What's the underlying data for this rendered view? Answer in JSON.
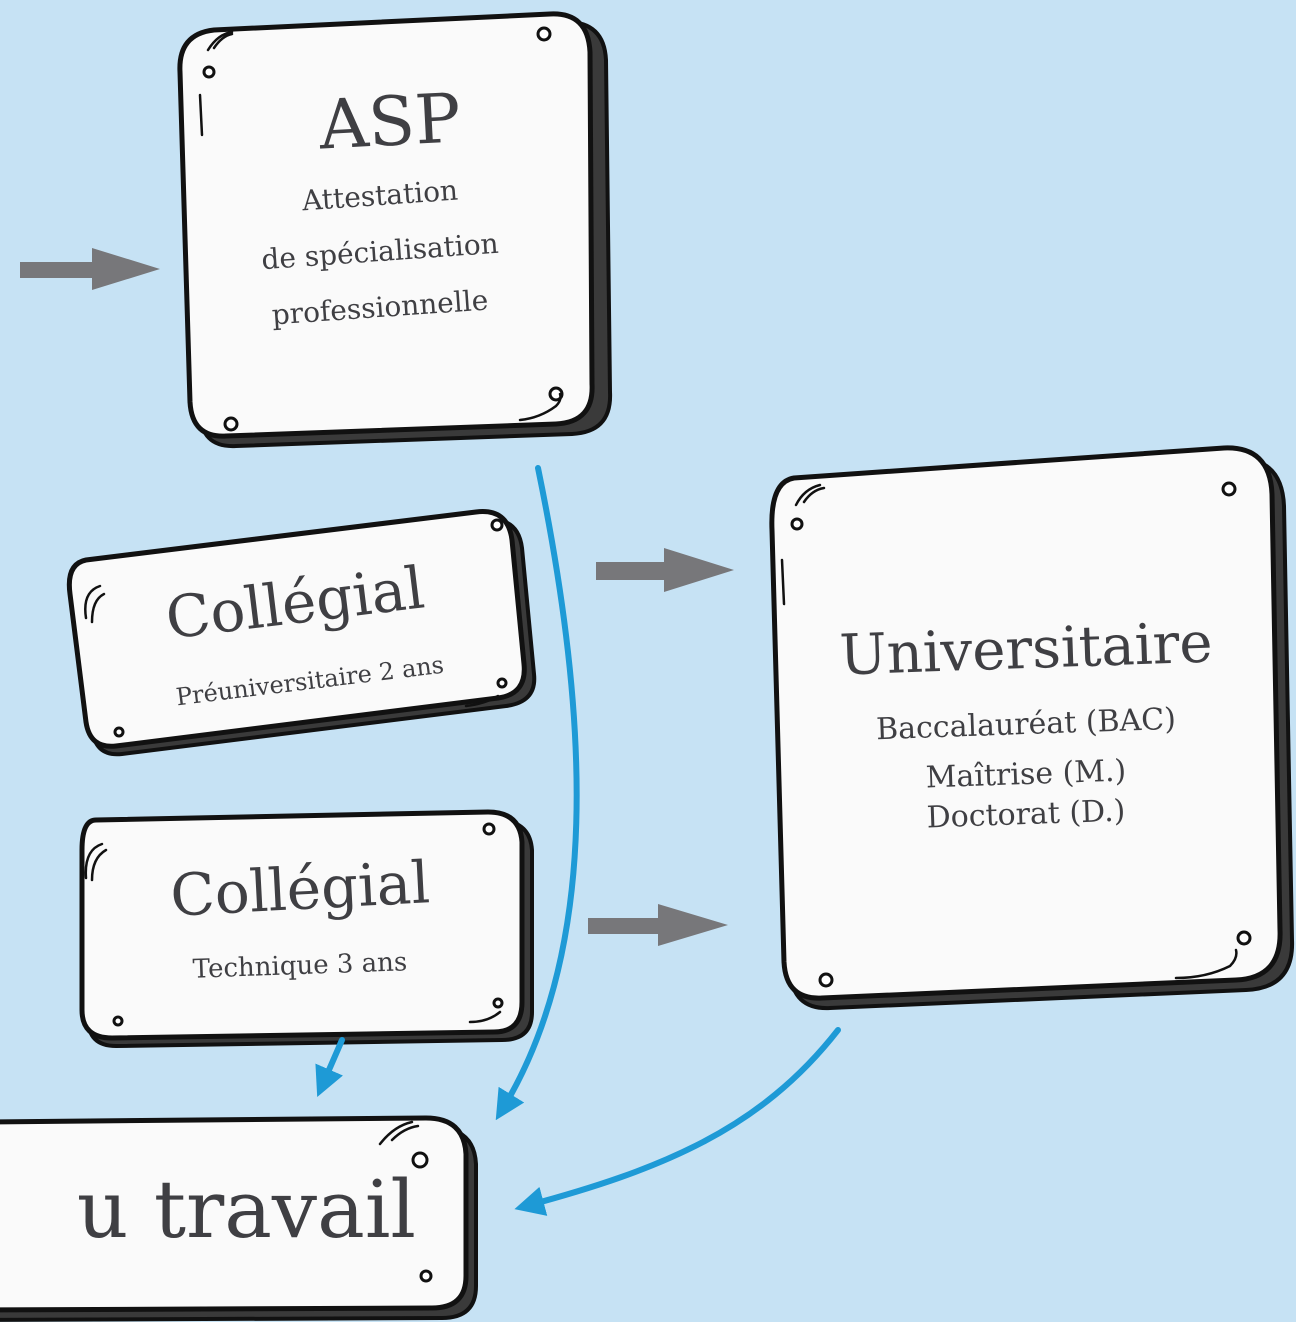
{
  "nodes": {
    "asp": {
      "title": "ASP",
      "line1": "Attestation",
      "line2": "de spécialisation",
      "line3": "professionnelle"
    },
    "collegial_pre": {
      "title": "Collégial",
      "subtitle": "Préuniversitaire 2 ans"
    },
    "collegial_tech": {
      "title": "Collégial",
      "subtitle": "Technique 3 ans"
    },
    "universitaire": {
      "title": "Universitaire",
      "line1": "Baccalauréat (BAC)",
      "line2": "Maîtrise (M.)",
      "line3": "Doctorat (D.)"
    },
    "travail": {
      "title": "u travail"
    }
  },
  "colors": {
    "background": "#c6e2f4",
    "gray_arrow": "#77777a",
    "blue_arrow": "#1e9ad6",
    "text": "#3f3f43"
  }
}
